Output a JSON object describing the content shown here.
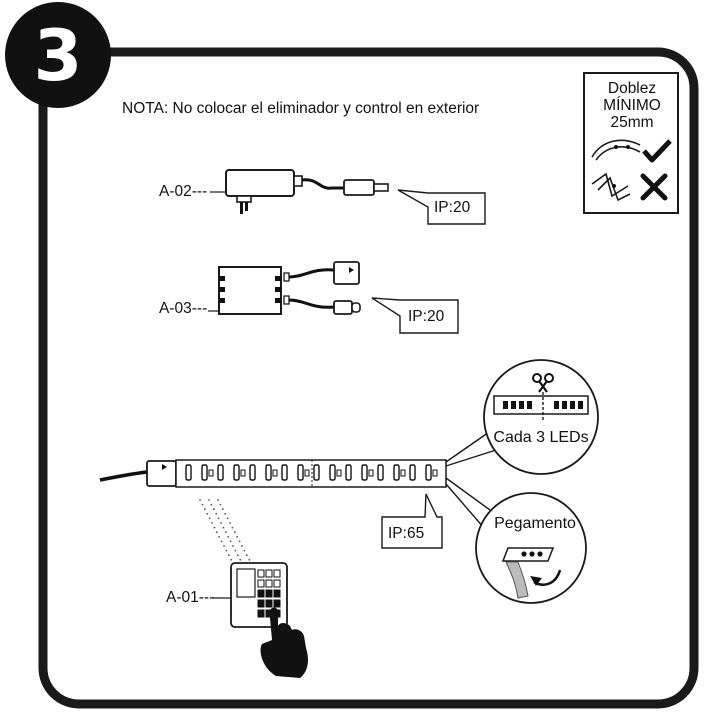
{
  "step": {
    "number": "3"
  },
  "note": "NOTA: No colocar el eliminador y control en exterior",
  "bend_box": {
    "title": "Doblez MÍNIMO 25mm",
    "correct_icon": "check-icon",
    "wrong_icon": "cross-icon"
  },
  "components": [
    {
      "label": "A-02---",
      "item": "power-adapter",
      "ip": "IP:20"
    },
    {
      "label": "A-03---",
      "item": "controller",
      "ip": "IP:20"
    },
    {
      "label": "A-01---",
      "item": "remote-control"
    }
  ],
  "strip": {
    "ip": "IP:65",
    "cut_callout": "Cada 3 LEDs",
    "adhesive_callout": "Pegamento",
    "cut_icon": "scissors-icon"
  },
  "colors": {
    "line": "#1a1a1a",
    "step_badge": "#111111",
    "background": "#ffffff"
  }
}
